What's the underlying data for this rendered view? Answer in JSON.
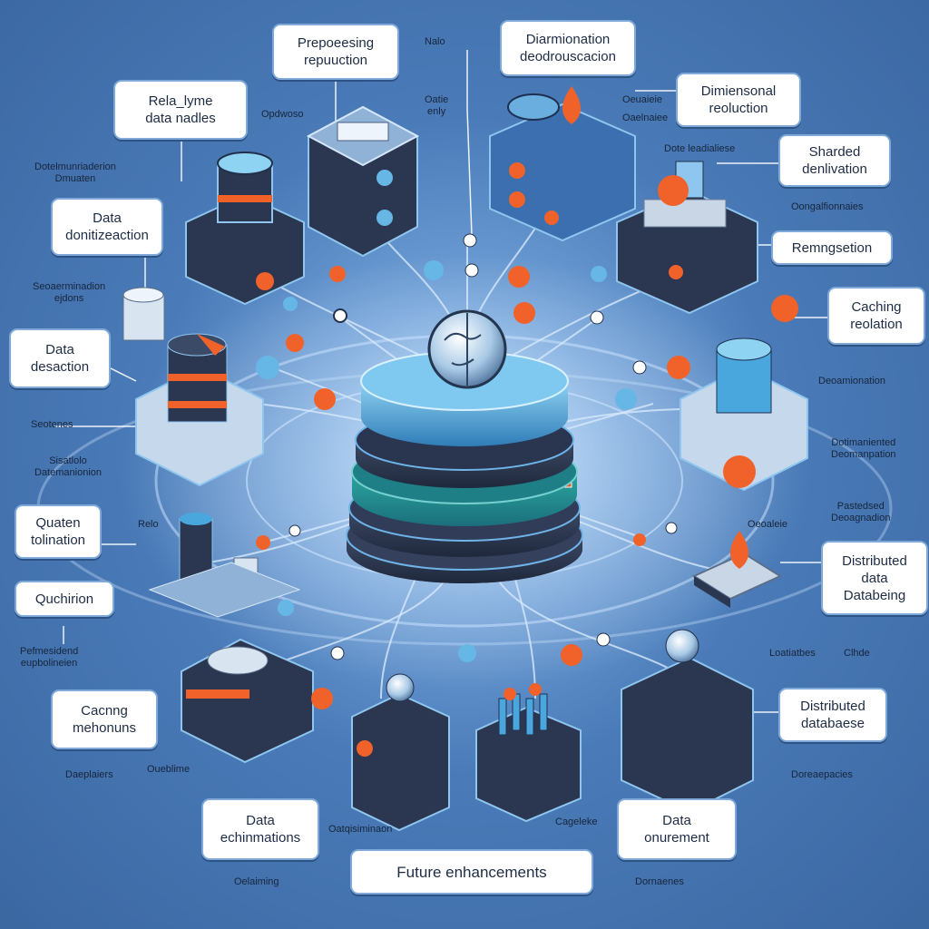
{
  "colors": {
    "background": "#3f6ca6",
    "accent_orange": "#f0622a",
    "node_blue": "#67b7e6",
    "dark_stack": "#2b3650",
    "label_border": "#7ea9d8"
  },
  "icons": [
    "globe-icon",
    "database-stack-icon",
    "server-rack-icon",
    "drop-icon",
    "network-node-icon"
  ],
  "labels": {
    "prepoeesing": [
      "Prepoeesing",
      "repuuction"
    ],
    "dimionation": [
      "Diarmionation",
      "deodrouscacion"
    ],
    "relatypte": [
      "Rela_lyme",
      "data nadles"
    ],
    "dimensional": [
      "Dimiensonal",
      "reoluction"
    ],
    "sharded": [
      "Sharded",
      "denlivation"
    ],
    "data_donization": [
      "Data",
      "donitizeaction"
    ],
    "remngsetion": [
      "Remngsetion"
    ],
    "caching_reolation": [
      "Caching",
      "reolation"
    ],
    "data_desaction": [
      "Data",
      "desaction"
    ],
    "quaten": [
      "Quaten",
      "tolination"
    ],
    "quchirion": [
      "Quchirion"
    ],
    "distributed_databeing": [
      "Distributed",
      "data",
      "Databeing"
    ],
    "caching_mehonuns": [
      "Cacnng",
      "mehonuns"
    ],
    "distributed_database": [
      "Distributed",
      "databaese"
    ],
    "data_echinmations": [
      "Data",
      "echinmations"
    ],
    "data_orurement": [
      "Data",
      "onurement"
    ],
    "footer": [
      "Future enhancements"
    ]
  },
  "annotations": {
    "a1": [
      "Dotelmunriaderion",
      "Dmuaten"
    ],
    "a2": [
      "Seoaerminadion",
      "ejdons"
    ],
    "a3": [
      "Seotenes"
    ],
    "a4": [
      "Sisatlolo",
      "Datemanionion"
    ],
    "a5": [
      "Relo"
    ],
    "a6": [
      "Pefmesidend",
      "eupbolineien"
    ],
    "a7": [
      "Daeplaiers"
    ],
    "a8": [
      "Oueblime"
    ],
    "a9": [
      "Oatqisiminaon"
    ],
    "a10": [
      "Oelaiming"
    ],
    "a11": [
      "Cageleke"
    ],
    "a12": [
      "Dornaenes"
    ],
    "a13": [
      "Doreaepacies"
    ],
    "a14": [
      "Loatiatbes"
    ],
    "a15": [
      "Clhde"
    ],
    "a16": [
      "Pastedsed",
      "Deoagnadion"
    ],
    "a17": [
      "Dotimaniented",
      "Deomanpation"
    ],
    "a18": [
      "Deoamionation"
    ],
    "a19": [
      "Oongalfionnaies"
    ],
    "a20": [
      "Oeoaleie"
    ],
    "a21": [
      "Nalo"
    ],
    "a22": [
      "Oatie",
      "enly"
    ],
    "a23": [
      "Oeuaieie"
    ],
    "a24": [
      "Oaelnaiee"
    ],
    "a25": [
      "Dote leadialiese"
    ],
    "a26": [
      "Opdwoso"
    ]
  }
}
